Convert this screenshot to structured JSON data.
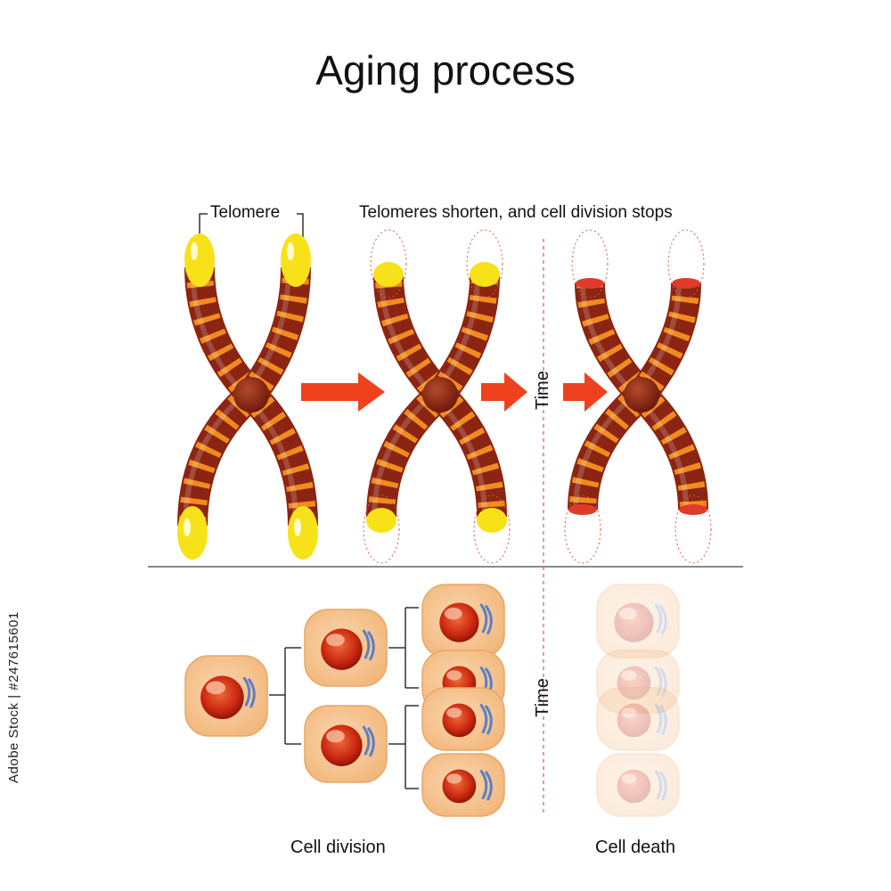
{
  "title": "Aging process",
  "labels": {
    "telomere": "Telomere",
    "shorten": "Telomeres shorten, and cell division stops",
    "time_top": "Time",
    "time_bottom": "Time",
    "cell_division": "Cell division",
    "cell_death": "Cell death"
  },
  "stock_id": "Adobe Stock | #247615601",
  "colors": {
    "chromatid": "#8b2412",
    "band": "#f08c1e",
    "telomere": "#f7e21a",
    "damaged_end": "#e23a2a",
    "arrow": "#f0411e",
    "cell_membrane": "#f5c48e",
    "nucleus": "#c9270e"
  }
}
